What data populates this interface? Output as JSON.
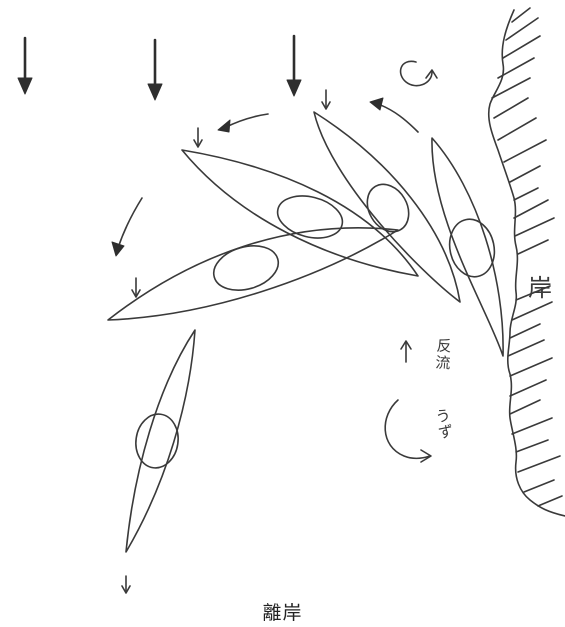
{
  "labels": {
    "shore": "岸",
    "counter_current": "反流",
    "eddy": "うず"
  },
  "caption": "離岸",
  "colors": {
    "ink": "#3a3a3a",
    "background": "#ffffff"
  }
}
